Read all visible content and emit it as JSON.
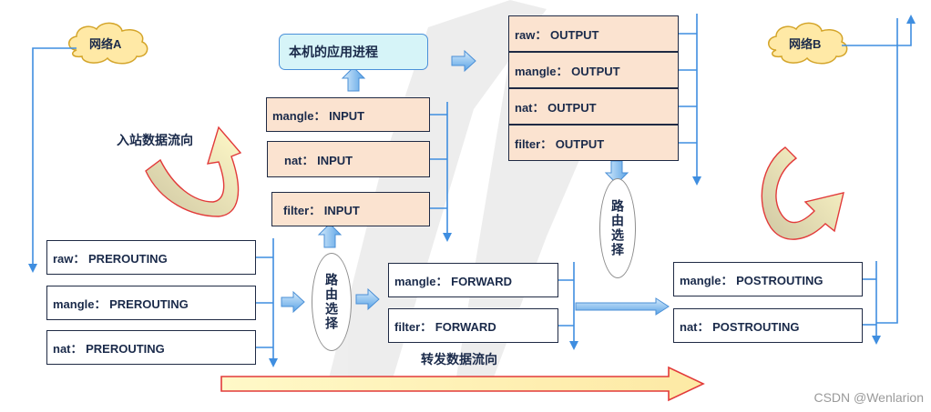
{
  "network_a": "网络A",
  "network_b": "网络B",
  "app": "本机的应用进程",
  "inbound_label": "入站数据流向",
  "forward_label": "转发数据流向",
  "routing": "路由选择",
  "prerouting": [
    "raw： PREROUTING",
    "mangle： PREROUTING",
    "nat： PREROUTING"
  ],
  "input": [
    "mangle： INPUT",
    "nat： INPUT",
    "filter： INPUT"
  ],
  "output": [
    "raw： OUTPUT",
    "mangle： OUTPUT",
    "nat： OUTPUT",
    "filter： OUTPUT"
  ],
  "forward": [
    "mangle： FORWARD",
    "filter： FORWARD"
  ],
  "postrouting": [
    "mangle： POSTROUTING",
    "nat： POSTROUTING"
  ],
  "watermark": "CSDN @Wenlarion",
  "colors": {
    "line_blue": "#3f8ee0",
    "box_border": "#1f2a44",
    "peach_fill": "#fbe3d0",
    "app_fill": "#d6f4f8",
    "cloud_fill": "#ffe9a6",
    "big_arrow_fill": "#fff9c8",
    "big_arrow_stroke": "#e23a3a",
    "text": "#1a2a4a"
  }
}
